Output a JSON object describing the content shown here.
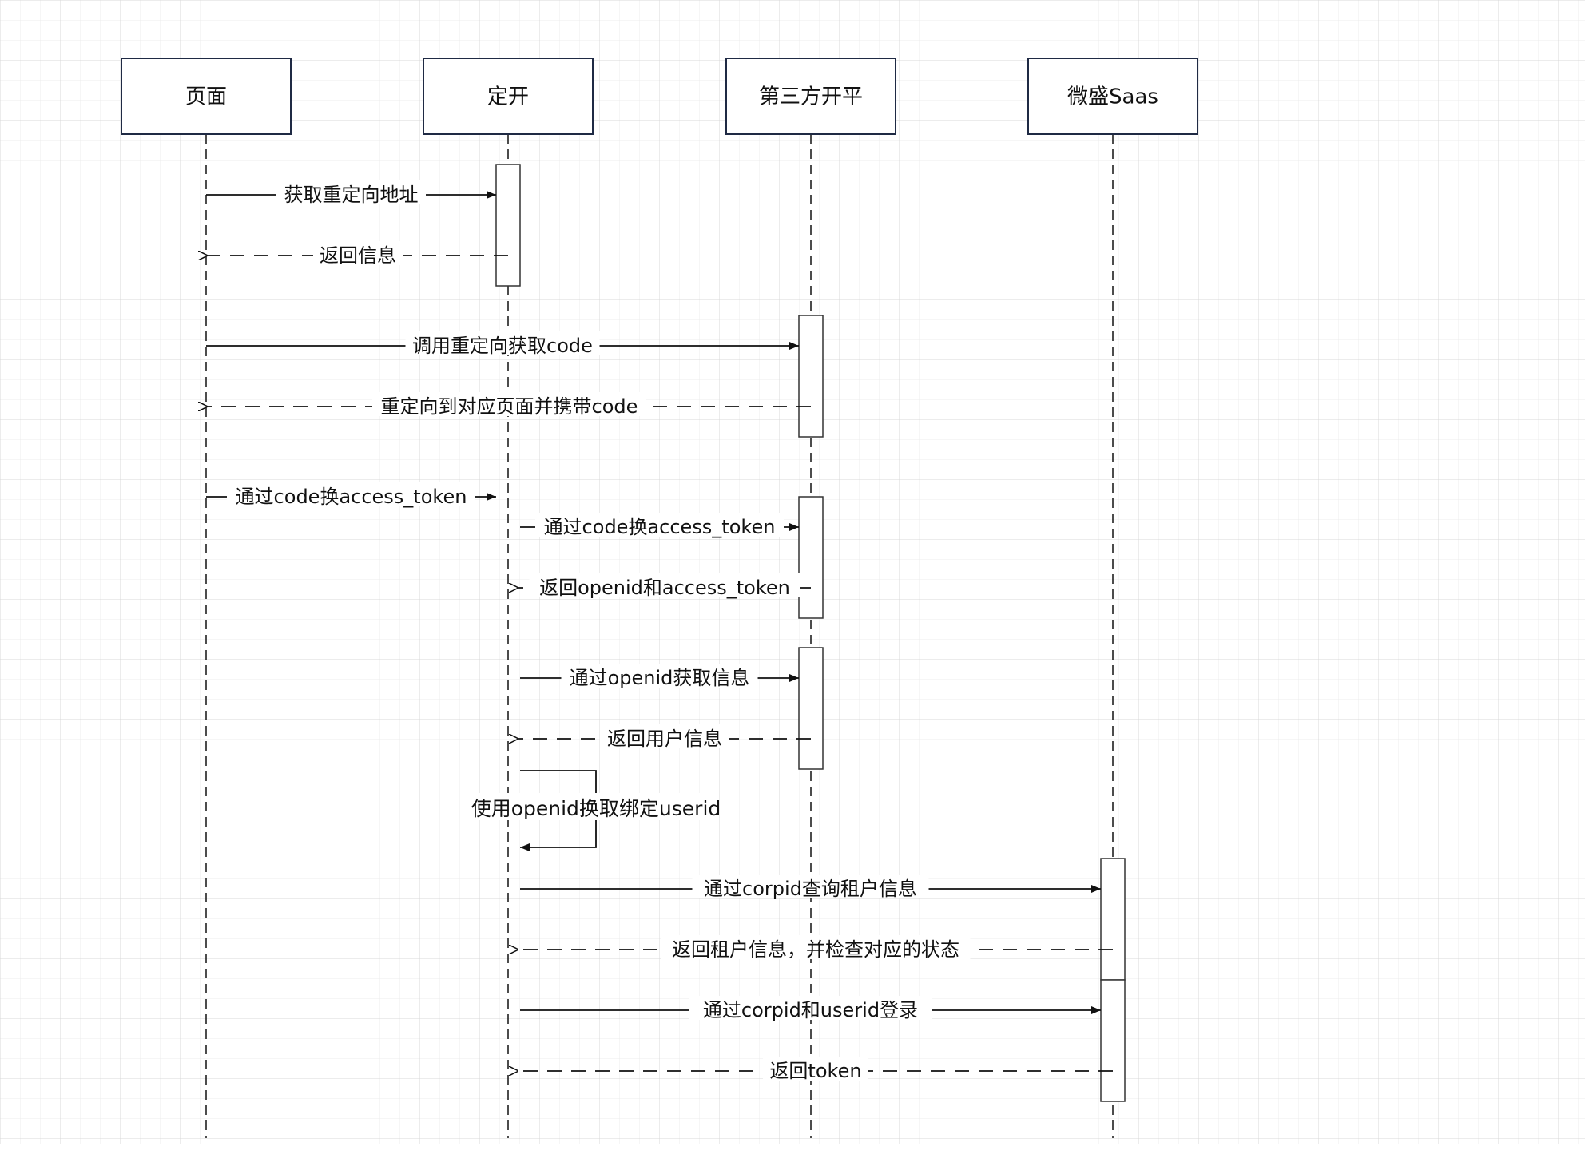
{
  "participants": [
    {
      "id": "page",
      "label": "页面"
    },
    {
      "id": "dingkai",
      "label": "定开"
    },
    {
      "id": "third",
      "label": "第三方开平"
    },
    {
      "id": "saas",
      "label": "微盛Saas"
    }
  ],
  "activations": [
    {
      "participant": "dingkai",
      "from_step": 0,
      "to_step": 1
    },
    {
      "participant": "third",
      "from_step": 2,
      "to_step": 3
    },
    {
      "participant": "dingkai",
      "from_step": 4,
      "to_step": 14
    },
    {
      "participant": "third",
      "from_step": 5,
      "to_step": 6
    },
    {
      "participant": "third",
      "from_step": 7,
      "to_step": 8
    },
    {
      "participant": "saas",
      "from_step": 10,
      "to_step": 11
    },
    {
      "participant": "saas",
      "from_step": 12,
      "to_step": 13
    }
  ],
  "messages": [
    {
      "from": "page",
      "to": "dingkai",
      "type": "sync",
      "label": "获取重定向地址"
    },
    {
      "from": "dingkai",
      "to": "page",
      "type": "return",
      "label": "返回信息"
    },
    {
      "from": "page",
      "to": "third",
      "type": "sync",
      "label": "调用重定向获取code"
    },
    {
      "from": "third",
      "to": "page",
      "type": "return",
      "label": "重定向到对应页面并携带code"
    },
    {
      "from": "page",
      "to": "dingkai",
      "type": "sync",
      "label": "通过code换access_token"
    },
    {
      "from": "dingkai",
      "to": "third",
      "type": "sync",
      "label": "通过code换access_token"
    },
    {
      "from": "third",
      "to": "dingkai",
      "type": "return",
      "label": "返回openid和access_token"
    },
    {
      "from": "dingkai",
      "to": "third",
      "type": "sync",
      "label": "通过openid获取信息"
    },
    {
      "from": "third",
      "to": "dingkai",
      "type": "return",
      "label": "返回用户信息"
    },
    {
      "from": "dingkai",
      "to": "dingkai",
      "type": "self",
      "label": "使用openid换取绑定userid"
    },
    {
      "from": "dingkai",
      "to": "saas",
      "type": "sync",
      "label": "通过corpid查询租户信息"
    },
    {
      "from": "saas",
      "to": "dingkai",
      "type": "return",
      "label": "返回租户信息，并检查对应的状态"
    },
    {
      "from": "dingkai",
      "to": "saas",
      "type": "sync",
      "label": "通过corpid和userid登录"
    },
    {
      "from": "saas",
      "to": "dingkai",
      "type": "return",
      "label": "返回token"
    }
  ]
}
